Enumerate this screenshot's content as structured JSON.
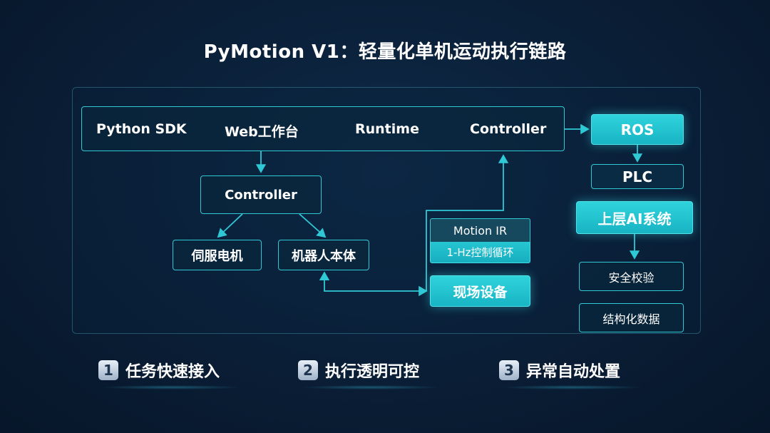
{
  "title": "PyMotion V1：轻量化单机运动执行链路",
  "top_bar": {
    "items": [
      "Python SDK",
      "Web工作台",
      "Runtime",
      "Controller"
    ]
  },
  "nodes": {
    "ros": "ROS",
    "plc": "PLC",
    "upper_ai": "上层AI系统",
    "safety": "安全校验",
    "structured": "结构化数据",
    "controller": "Controller",
    "servo": "伺服电机",
    "robot_body": "机器人本体",
    "motion_ir": "Motion IR",
    "control_loop": "1-Hz控制循环",
    "field_device": "现场设备"
  },
  "features": [
    {
      "num": "1",
      "label": "任务快速接入"
    },
    {
      "num": "2",
      "label": "执行透明可控"
    },
    {
      "num": "3",
      "label": "异常自动处置"
    }
  ],
  "colors": {
    "accent": "#2fc9d6",
    "background": "#0a1e36"
  }
}
